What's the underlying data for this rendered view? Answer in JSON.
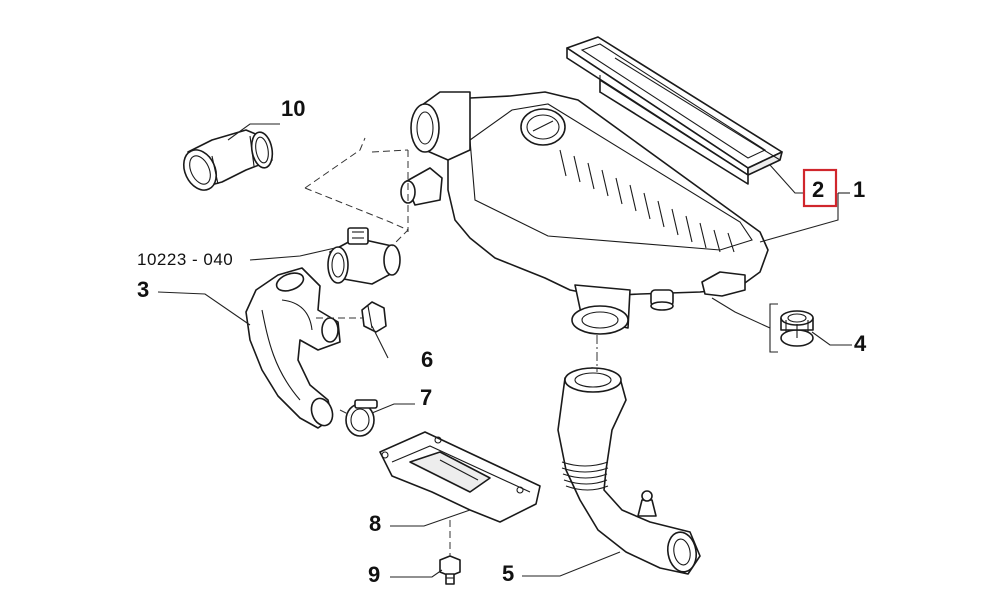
{
  "labels": {
    "part_1": "1",
    "part_2": "2",
    "part_3": "3",
    "part_4": "4",
    "part_5": "5",
    "part_6": "6",
    "part_7": "7",
    "part_8": "8",
    "part_9": "9",
    "part_10": "10",
    "ref_group": "10223 - 040"
  },
  "colors": {
    "highlight_box": "#d0262c",
    "line": "#1a1a1a"
  },
  "highlighted_part": "2"
}
